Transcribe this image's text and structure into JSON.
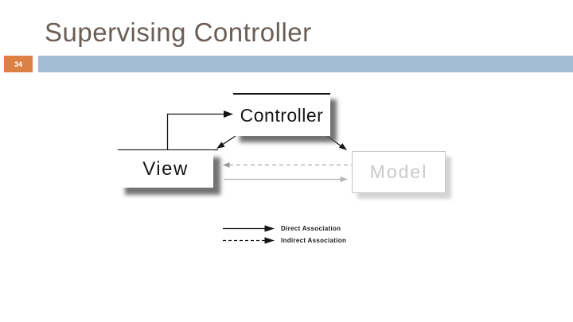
{
  "slide": {
    "title": "Supervising Controller",
    "page_number": "34"
  },
  "header": {
    "accent_color": "#dc8044",
    "bar_color": "#a3bbd3",
    "title_color": "#6b5e57"
  },
  "diagram": {
    "controller_label": "Controller",
    "view_label": "View",
    "model_label": "Model",
    "model_text_color": "#c9c9c9",
    "arrow_colors": {
      "solid_black": "#151515",
      "indirect_gray": "#999999",
      "direct_gray": "#b3b3b3"
    },
    "legend": {
      "direct_label": "Direct Association",
      "indirect_label": "Indirect Association"
    }
  }
}
